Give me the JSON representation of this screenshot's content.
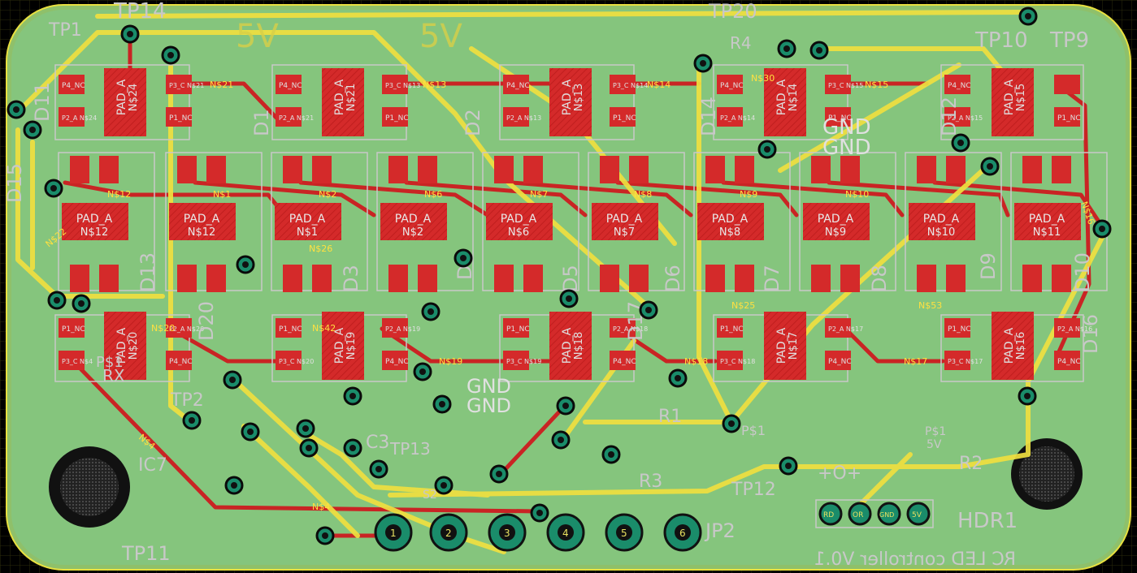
{
  "colors": {
    "background": "#000000",
    "grid": "#3a3a10",
    "board": "#8fc06a",
    "copper_fill": "#7cc98a",
    "silk": "#c8c8c8",
    "top_trace": "#f0e040",
    "bottom_trace": "#cc2222",
    "pad": "#d42a2a",
    "via_ring": "#1a8c6a",
    "label_small": "#e8e060",
    "outline": "#e8e040"
  },
  "silkscreen": {
    "title": "RC LED controller V0.1",
    "header": "HDR1",
    "big_labels": [
      "5V",
      "5V",
      "GND",
      "GND",
      "GND",
      "GND"
    ],
    "testpoints": [
      "TP14",
      "TP1",
      "TP10",
      "TP9",
      "TP2",
      "TP11",
      "TP12",
      "TP13",
      "TP20",
      "JP2",
      "IC7",
      "R1",
      "R3",
      "R4",
      "P$1",
      "P$1"
    ],
    "diodes": [
      "D1",
      "D2",
      "D3",
      "D4",
      "D5",
      "D6",
      "D7",
      "D8",
      "D9",
      "D10",
      "D11",
      "D12",
      "D13",
      "D14",
      "D15",
      "D16",
      "D17",
      "D20"
    ],
    "misc": [
      "RX",
      "5V",
      "P$1",
      "S2",
      "+O+",
      "C3",
      "R2"
    ]
  },
  "top_row_leds": [
    {
      "net": "N$24",
      "pad": "PAD_A",
      "p4": "P4_NC",
      "p2": "P2_A N$24",
      "p3": "P3_C N$21",
      "p1": "P1_NC"
    },
    {
      "net": "N$21",
      "pad": "PAD_A",
      "p4": "P4_NC",
      "p2": "P2_A N$21",
      "p3": "P3_C N$13",
      "p1": "P1_NC"
    },
    {
      "net": "N$13",
      "pad": "PAD_A",
      "p4": "P4_NC",
      "p2": "P2_A N$13",
      "p3": "P3_C N$14",
      "p1": "P1_NC"
    },
    {
      "net": "N$14",
      "pad": "PAD_A",
      "p4": "P4_NC",
      "p2": "P2_A N$14",
      "p3": "P3_C N$15",
      "p1": "P1_NC"
    },
    {
      "net": "N$15",
      "pad": "PAD_A",
      "p4": "P4_NC",
      "p2": "P2_A N$15",
      "p3": "",
      "p1": "P1_NC"
    }
  ],
  "middle_row_leds": [
    {
      "net": "N$12",
      "pad": "PAD_A"
    },
    {
      "net": "N$12",
      "pad": "PAD_A"
    },
    {
      "net": "N$1",
      "pad": "PAD_A"
    },
    {
      "net": "N$2",
      "pad": "PAD_A"
    },
    {
      "net": "N$6",
      "pad": "PAD_A"
    },
    {
      "net": "N$7",
      "pad": "PAD_A"
    },
    {
      "net": "N$8",
      "pad": "PAD_A"
    },
    {
      "net": "N$9",
      "pad": "PAD_A"
    },
    {
      "net": "N$10",
      "pad": "PAD_A"
    },
    {
      "net": "N$11",
      "pad": "PAD_A"
    }
  ],
  "bottom_row_leds": [
    {
      "net": "N$20",
      "pad": "PAD_A",
      "p1": "P1_NC",
      "p3": "P3_C N$4",
      "p2": "P2_A N$20",
      "p4": "P4_NC"
    },
    {
      "net": "N$19",
      "pad": "PAD_A",
      "p1": "P1_NC",
      "p3": "P3_C N$20",
      "p2": "P2_A N$19",
      "p4": "P4_NC"
    },
    {
      "net": "N$18",
      "pad": "PAD_A",
      "p1": "P1_NC",
      "p3": "P3_C N$19",
      "p2": "P2_A N$18",
      "p4": "P4_NC"
    },
    {
      "net": "N$17",
      "pad": "PAD_A",
      "p1": "P1_NC",
      "p3": "P3_C N$18",
      "p2": "P2_A N$17",
      "p4": "P4_NC"
    },
    {
      "net": "N$16",
      "pad": "PAD_A",
      "p1": "P1_NC",
      "p3": "P3_C N$17",
      "p2": "P2_A N$16",
      "p4": "P4_NC"
    }
  ],
  "trace_labels": [
    "N$21",
    "N$13",
    "N$14",
    "N$15",
    "N$12",
    "N$1",
    "N$2",
    "N$6",
    "N$7",
    "N$8",
    "N$9",
    "N$10",
    "N$16",
    "N$20",
    "N$19",
    "N$18",
    "N$17",
    "N$4",
    "N$4",
    "N$22",
    "N$30",
    "N$25",
    "N$53",
    "N$42",
    "N$26"
  ],
  "header_pins": [
    "1",
    "2",
    "3",
    "4",
    "5",
    "6"
  ],
  "header_small_labels": [
    "RD",
    "OR",
    "GND",
    "5V"
  ]
}
